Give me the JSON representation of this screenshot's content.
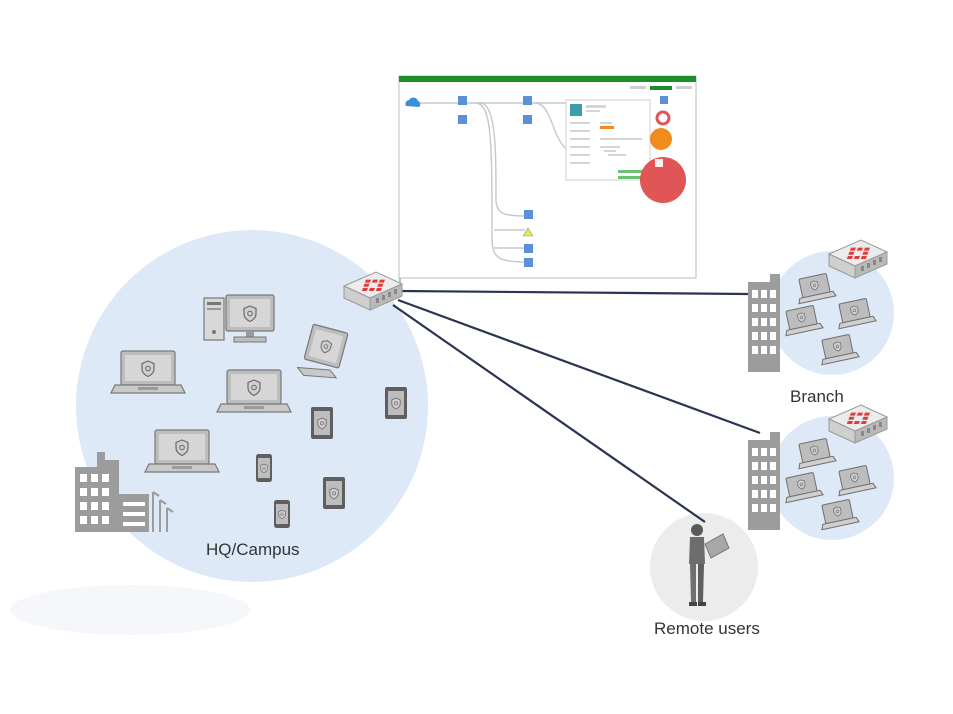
{
  "diagram": {
    "title": "Network topology with central management console",
    "colors": {
      "zone_fill": "#dde9f7",
      "remote_zone_fill": "#ececec",
      "link": "#2b3452",
      "device_gray": "#9a9a9a",
      "building_gray": "#9c9c9c",
      "firewall_red": "#e23b3b",
      "console_header": "#1a8f2e",
      "console_orange": "#f08c1e",
      "console_red": "#e05555"
    },
    "sites": [
      {
        "id": "hq",
        "label": "HQ/Campus"
      },
      {
        "id": "branch",
        "label": "Branch"
      },
      {
        "id": "remote",
        "label": "Remote users"
      }
    ],
    "console": {
      "name": "management-console-screenshot",
      "header_color": "#1a8f2e"
    },
    "hq_devices": [
      "desktop-tower",
      "monitor",
      "laptop",
      "laptop",
      "laptop",
      "all-in-one",
      "tablet",
      "tablet",
      "phone",
      "tablet",
      "phone"
    ],
    "branch_devices_per_site": [
      "laptop",
      "laptop",
      "laptop",
      "laptop"
    ]
  }
}
